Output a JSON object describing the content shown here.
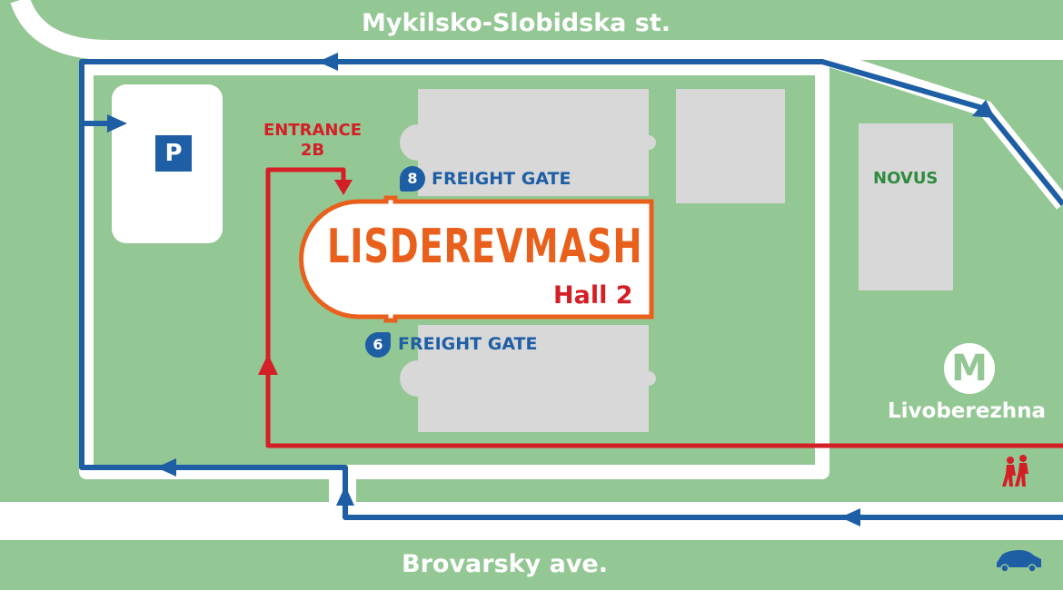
{
  "streets": {
    "top": "Mykilsko-Slobidska st.",
    "bottom": "Brovarsky ave."
  },
  "venue": {
    "name": "LISDEREVMASH",
    "hall": "Hall 2"
  },
  "entrance": {
    "line1": "ENTRANCE",
    "line2": "2B"
  },
  "gates": [
    {
      "number": "8",
      "label": "FREIGHT GATE"
    },
    {
      "number": "6",
      "label": "FREIGHT GATE"
    }
  ],
  "parking": {
    "symbol": "P"
  },
  "store": {
    "name": "NOVUS"
  },
  "metro": {
    "symbol": "M",
    "name": "Livoberezhna"
  },
  "colors": {
    "grass": "#93c794",
    "road": "#ffffff",
    "building": "#d8d8d8",
    "car_route": "#1e5ea4",
    "walk_route": "#d51f26",
    "venue_outline": "#e8601c",
    "store_text": "#2e8b3e"
  },
  "icons": [
    "parking-icon",
    "metro-icon",
    "pedestrians-icon",
    "car-icon",
    "route-arrow-icon"
  ]
}
